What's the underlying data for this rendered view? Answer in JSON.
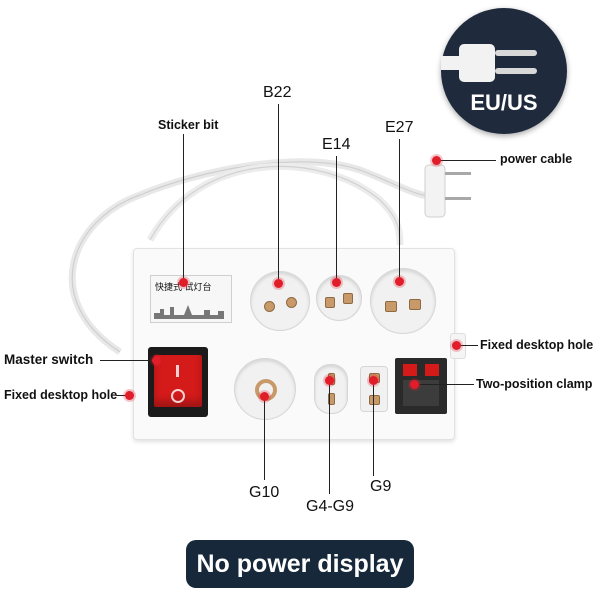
{
  "badge": {
    "text": "EU/US",
    "icon": "plug-icon"
  },
  "labels": {
    "b22": "B22",
    "e14": "E14",
    "e27": "E27",
    "sticker_bit": "Sticker bit",
    "power_cable": "power cable",
    "master_switch": "Master switch",
    "fixed_hole_left": "Fixed desktop hole",
    "fixed_hole_right": "Fixed desktop hole",
    "two_position_clamp": "Two-position clamp",
    "g10": "G10",
    "g4_g9": "G4-G9",
    "g9": "G9"
  },
  "sticker": {
    "title": "快捷式 试灯台"
  },
  "footer": {
    "text": "No power display"
  },
  "colors": {
    "badge_bg": "#1f2b3d",
    "footer_bg": "#16283a",
    "marker_red": "#e11d2a",
    "switch_red": "#d51a1a"
  }
}
